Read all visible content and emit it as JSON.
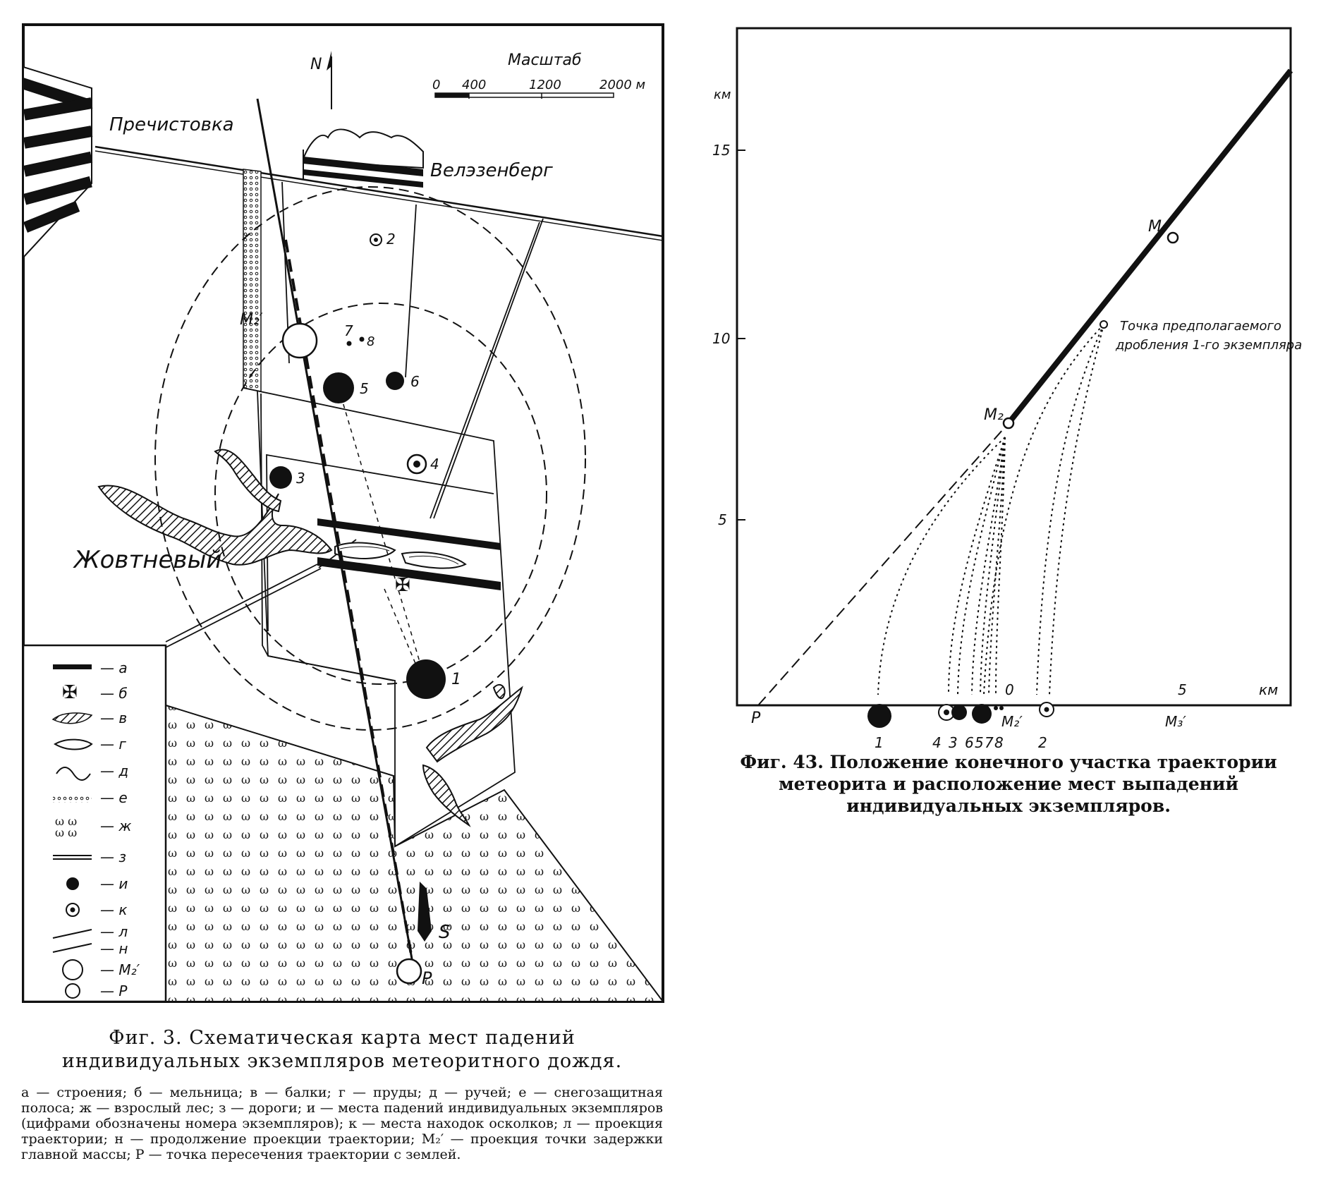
{
  "figure1": {
    "north_label": "N",
    "scale": {
      "title": "Масштаб",
      "ticks": [
        "0",
        "400",
        "1200",
        "2000 м"
      ]
    },
    "places": {
      "prechistovka": "Пречистовка",
      "velzenberg": "Велэзенберг",
      "zhovtnevyi": "Жовтневый"
    },
    "points": {
      "m2": "M₂′",
      "p": "P",
      "s": "S",
      "n1": "1",
      "n2": "2",
      "n3": "3",
      "n4": "4",
      "n5": "5",
      "n6": "6",
      "n7": "7",
      "n8": "8"
    },
    "legend": {
      "a": "— а",
      "b": "— б",
      "v": "— в",
      "g": "— г",
      "d": "— д",
      "e": "— е",
      "zh": "— ж",
      "z": "— з",
      "i": "— и",
      "k": "— к",
      "l": "— л",
      "n": "— н",
      "m2": "— M₂′",
      "p": "— P"
    },
    "caption": "Фиг. 3. Схематическая карта мест падений индивидуальных экземпляров метеоритного дождя.",
    "legend_text": "а — строения; б — мельница; в — балки; г — пруды; д — ручей; е — снегозащитная полоса; ж — взрослый лес; з — дороги; и — места падений индивидуальных экземпляров (цифрами обозначены номера экземпляров); к — места находок осколков; л — проекция траектории; н — продолжение проекции траектории; M₂′ — проекция точки задержки главной массы; P — точка пересечения траектории с землей."
  },
  "figure2": {
    "y_unit": "км",
    "y_ticks": [
      "15",
      "10",
      "5"
    ],
    "x_unit": "км",
    "x_ticks": [
      "0",
      "5"
    ],
    "points": {
      "m3": "M₃",
      "m2": "M₂",
      "p": "P",
      "m2p": "M₂′",
      "m3p": "M₃′"
    },
    "annotation_line1": "Точка предполагаемого",
    "annotation_line2": "дробления 1-го экземпляра",
    "fragment_labels": [
      "1",
      "4",
      "3",
      "6",
      "5",
      "7",
      "8",
      "2"
    ],
    "caption": "Фиг. 43. Положение конечного участка траектории метеорита и расположение мест выпадений индивидуальных экземпляров."
  }
}
